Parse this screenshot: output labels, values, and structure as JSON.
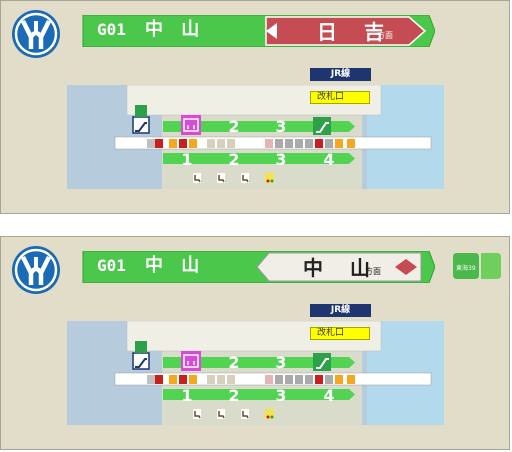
{
  "colors": {
    "panel_bg": "#e2ddc9",
    "line_green": "#4bc84b",
    "track_green": "#52d352",
    "direction_red": "#c44c52",
    "jr_navy": "#1e3570",
    "gate_yellow": "#ffff00",
    "logo_blue": "#1a6ab5",
    "water_blue": "#b3d9ec",
    "left_blue": "#b6ccdd"
  },
  "panels": [
    {
      "line_code": "G01",
      "station_name": "中 山",
      "direction_name": "日 吉",
      "direction_suffix": "方面",
      "direction_style": "red-arrow-right",
      "jr_line_label": "JR線",
      "gate_label": "改札口",
      "track_numbers_upper": [
        "2",
        "3"
      ],
      "track_numbers_lower": [
        "1",
        "2",
        "3",
        "4"
      ],
      "logo_icon": "yokohama-municipal-subway-logo",
      "platform_icons": [
        "escalator-icon",
        "elevator-icon",
        "escalator-icon"
      ],
      "lower_icons": [
        "accessible-seat-icon",
        "accessible-seat-icon",
        "accessible-seat-icon",
        "stroller-icon"
      ]
    },
    {
      "line_code": "G01",
      "station_name": "中 山",
      "direction_name": "中 山",
      "direction_suffix": "方面",
      "direction_style": "white-arrow-left",
      "jr_line_label": "JR線",
      "gate_label": "改札口",
      "track_numbers_upper": [
        "2",
        "3"
      ],
      "track_numbers_lower": [
        "1",
        "2",
        "3",
        "4"
      ],
      "logo_icon": "yokohama-municipal-subway-logo",
      "green_line_badge_text": "東海39",
      "platform_icons": [
        "escalator-icon",
        "elevator-icon",
        "escalator-icon"
      ],
      "lower_icons": [
        "accessible-seat-icon",
        "accessible-seat-icon",
        "accessible-seat-icon",
        "stroller-icon"
      ]
    }
  ]
}
